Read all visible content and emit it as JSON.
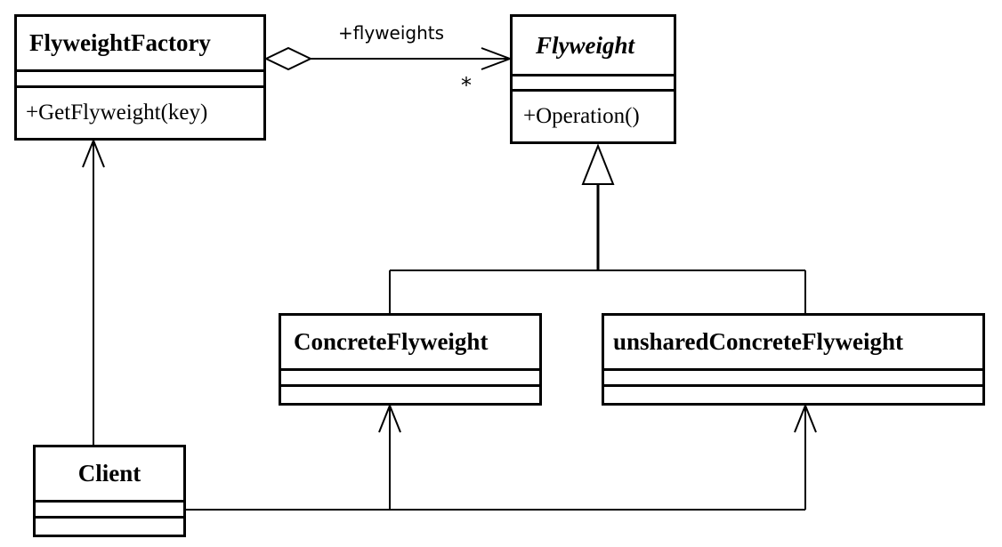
{
  "classes": {
    "factory": {
      "name": "FlyweightFactory",
      "operation": "+GetFlyweight(key)"
    },
    "flyweight": {
      "name": "Flyweight",
      "operation": "+Operation()"
    },
    "concrete": {
      "name": "ConcreteFlyweight"
    },
    "unshared": {
      "name": "unsharedConcreteFlyweight"
    },
    "client": {
      "name": "Client"
    }
  },
  "associations": {
    "flyweights_role": "+flyweights",
    "flyweights_multiplicity": "*"
  }
}
